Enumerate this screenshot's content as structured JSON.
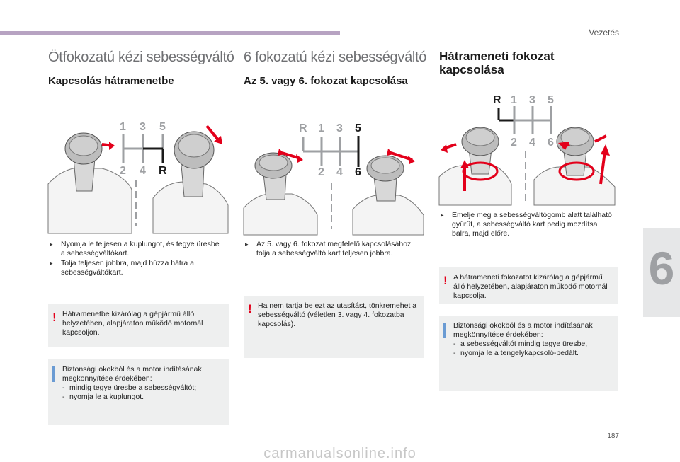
{
  "header": {
    "chapter": "Vezetés"
  },
  "footer": {
    "page_number": "187",
    "watermark": "carmanualsonline.info"
  },
  "tab": {
    "number": "6"
  },
  "col1": {
    "section_title": "Ötfokozatú kézi sebességváltó",
    "subheading": "Kapcsolás hátramenetbe",
    "gears": {
      "top": [
        "1",
        "3",
        "5"
      ],
      "bottom": [
        "2",
        "4",
        "R"
      ]
    },
    "bullets": [
      "Nyomja le teljesen a kuplungot, és tegye üresbe a sebességváltókart.",
      "Tolja teljesen jobbra, majd húzza hátra a sebességváltókart."
    ],
    "warning": "Hátramenetbe kizárólag a gépjármű álló helyzetében, alapjáraton működő motornál kapcsoljon.",
    "info": {
      "intro": "Biztonsági okokból és a motor indításának megkönnyítése érdekében:",
      "items": [
        "mindig tegye üresbe a sebességváltót;",
        "nyomja le a kuplungot."
      ]
    }
  },
  "col2": {
    "section_title": "6 fokozatú kézi sebességváltó",
    "subheading": "Az 5. vagy 6. fokozat kapcsolása",
    "gears": {
      "top": [
        "R",
        "1",
        "3",
        "5"
      ],
      "bottom": [
        "2",
        "4",
        "6"
      ]
    },
    "bullets": [
      "Az 5. vagy 6. fokozat megfelelő kapcsolásához tolja a sebességváltó kart teljesen jobbra."
    ],
    "warning": "Ha nem tartja be ezt az utasítást, tönkremehet a sebességváltó (véletlen 3. vagy 4. fokozatba kapcsolás)."
  },
  "col3": {
    "heading": "Hátrameneti fokozat kapcsolása",
    "gears": {
      "top": [
        "R",
        "1",
        "3",
        "5"
      ],
      "bottom": [
        "2",
        "4",
        "6"
      ]
    },
    "bullets": [
      "Emelje meg a sebességváltógomb alatt található gyűrűt, a sebességváltó kart pedig mozdítsa balra, majd előre."
    ],
    "warning": "A hátrameneti fokozatot kizárólag a gépjármű álló helyzetében, alapjáraton működő motornál kapcsolja.",
    "info": {
      "intro": "Biztonsági okokból és a motor indításának megkönnyítése érdekében:",
      "items": [
        "a sebességváltót mindig tegye üresbe,",
        "nyomja le a tengelykapcsoló-pedált."
      ]
    }
  },
  "icons": {
    "bullet": "bullet-marker-icon",
    "warning": "exclamation-icon",
    "info": "info-icon"
  },
  "colors": {
    "accent": "#b7a3c2",
    "highlight_red": "#e3001b",
    "info_blue": "#6a9bd3",
    "box_bg": "#eeefef",
    "gear_gray": "#9ea0a3"
  }
}
